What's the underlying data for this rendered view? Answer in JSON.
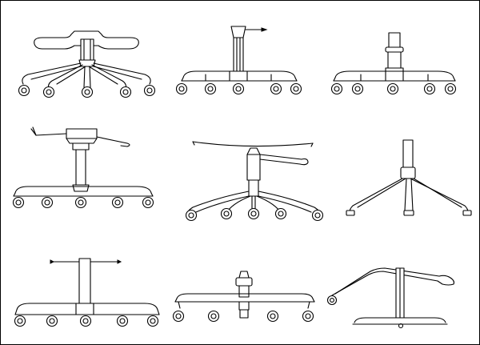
{
  "sheet": {
    "title": "",
    "colors": {
      "line": "#000000",
      "background": "#ffffff",
      "border": "#000000"
    },
    "drawings": [
      {
        "name": "chair-base-1",
        "kind": "five-star base with arched arms and seat bracket"
      },
      {
        "name": "chair-base-2",
        "kind": "five-star base with gas lift cylinder"
      },
      {
        "name": "chair-base-3",
        "kind": "flat five-star base with column"
      },
      {
        "name": "chair-base-4",
        "kind": "base with seat mechanism and lever"
      },
      {
        "name": "chair-base-5",
        "kind": "curved base with seat pan and lever"
      },
      {
        "name": "chair-base-6",
        "kind": "four-star glide base"
      },
      {
        "name": "chair-base-7",
        "kind": "straight base with cylinder and lever"
      },
      {
        "name": "chair-base-8",
        "kind": "base with tilt mechanism"
      },
      {
        "name": "chair-base-9",
        "kind": "pedestal base with angled arm"
      }
    ]
  }
}
